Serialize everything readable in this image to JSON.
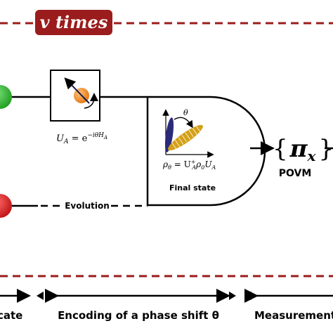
{
  "repeat_banner": {
    "label": "v times"
  },
  "operator": {
    "formula_lhs": "U",
    "formula_sub": "A",
    "formula_eq": " = e",
    "formula_exp": "−iθH",
    "formula_exp_sub": "A"
  },
  "final_state": {
    "theta_label": "θ",
    "rho_formula": "ρθ = U⁺AρₒUA",
    "rho_lhs": "ρ",
    "rho_lhs_sub": "θ",
    "rho_eq": " = U",
    "rho_sup": "+",
    "rho_sub_a": "A",
    "rho_mid": "ρ",
    "rho_sub_0": "0",
    "rho_u": "U",
    "rho_sub_a2": "A",
    "caption": "Final state"
  },
  "measurement": {
    "pi": "π",
    "pi_sub": "x",
    "brace_open": "{",
    "brace_close": "}",
    "povm_label": "POVM"
  },
  "evolution": {
    "label": "Evolution"
  },
  "stages": {
    "left_partial": "cate",
    "encoding": "Encoding of a phase shift θ",
    "measurement": "Measurement"
  },
  "colors": {
    "dashed": "#9b1c1c",
    "banner_bg": "#9b1c1c",
    "green": "#2db52d",
    "red": "#d42020",
    "orange": "#f08a1c",
    "navy": "#2b2a7a",
    "gold": "#d4a017"
  }
}
